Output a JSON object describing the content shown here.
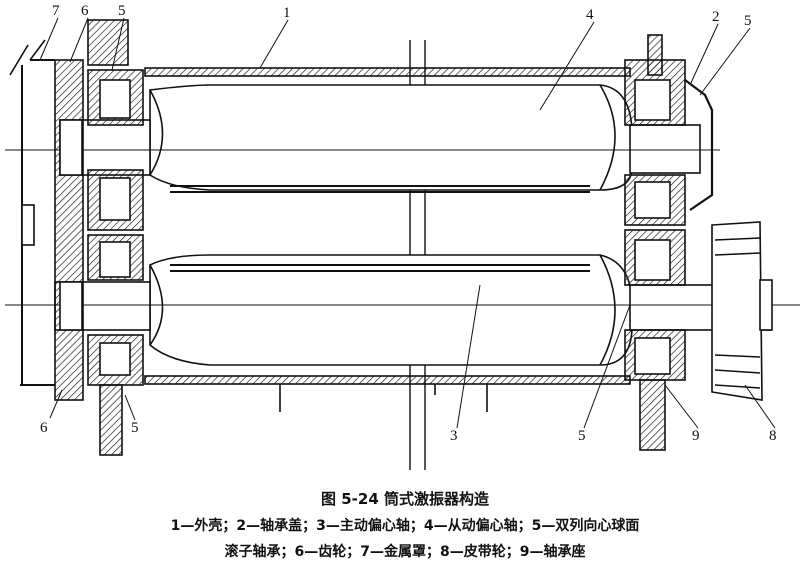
{
  "figure": {
    "labels": {
      "l7": "7",
      "l6_top": "6",
      "l5_top_left": "5",
      "l1": "1",
      "l4": "4",
      "l2": "2",
      "l5_top_right": "5",
      "l6_bottom": "6",
      "l5_bottom_left": "5",
      "l3": "3",
      "l5_bottom_right": "5",
      "l9": "9",
      "l8": "8"
    },
    "caption": {
      "title": "图 5-24   筒式激振器构造",
      "line1": "1—外壳；2—轴承盖；3—主动偏心轴；4—从动偏心轴；5—双列向心球面",
      "line2": "滚子轴承；6—齿轮；7—金属罩；8—皮带轮；9—轴承座"
    }
  }
}
